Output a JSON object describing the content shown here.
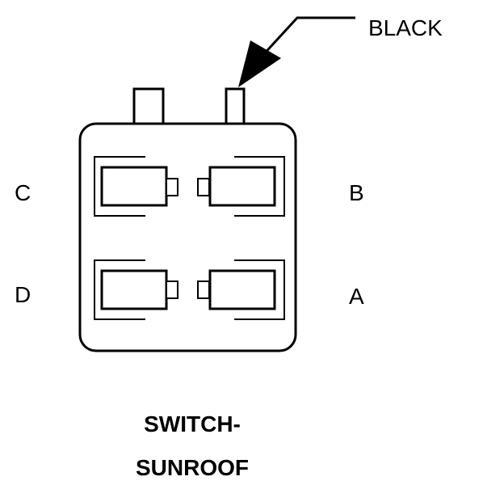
{
  "connector": {
    "wire_color_label": "BLACK",
    "pins": {
      "a": "A",
      "b": "B",
      "c": "C",
      "d": "D"
    },
    "title_line1": "SWITCH-",
    "title_line2": "SUNROOF"
  },
  "colors": {
    "stroke": "#000000",
    "background": "#ffffff"
  }
}
